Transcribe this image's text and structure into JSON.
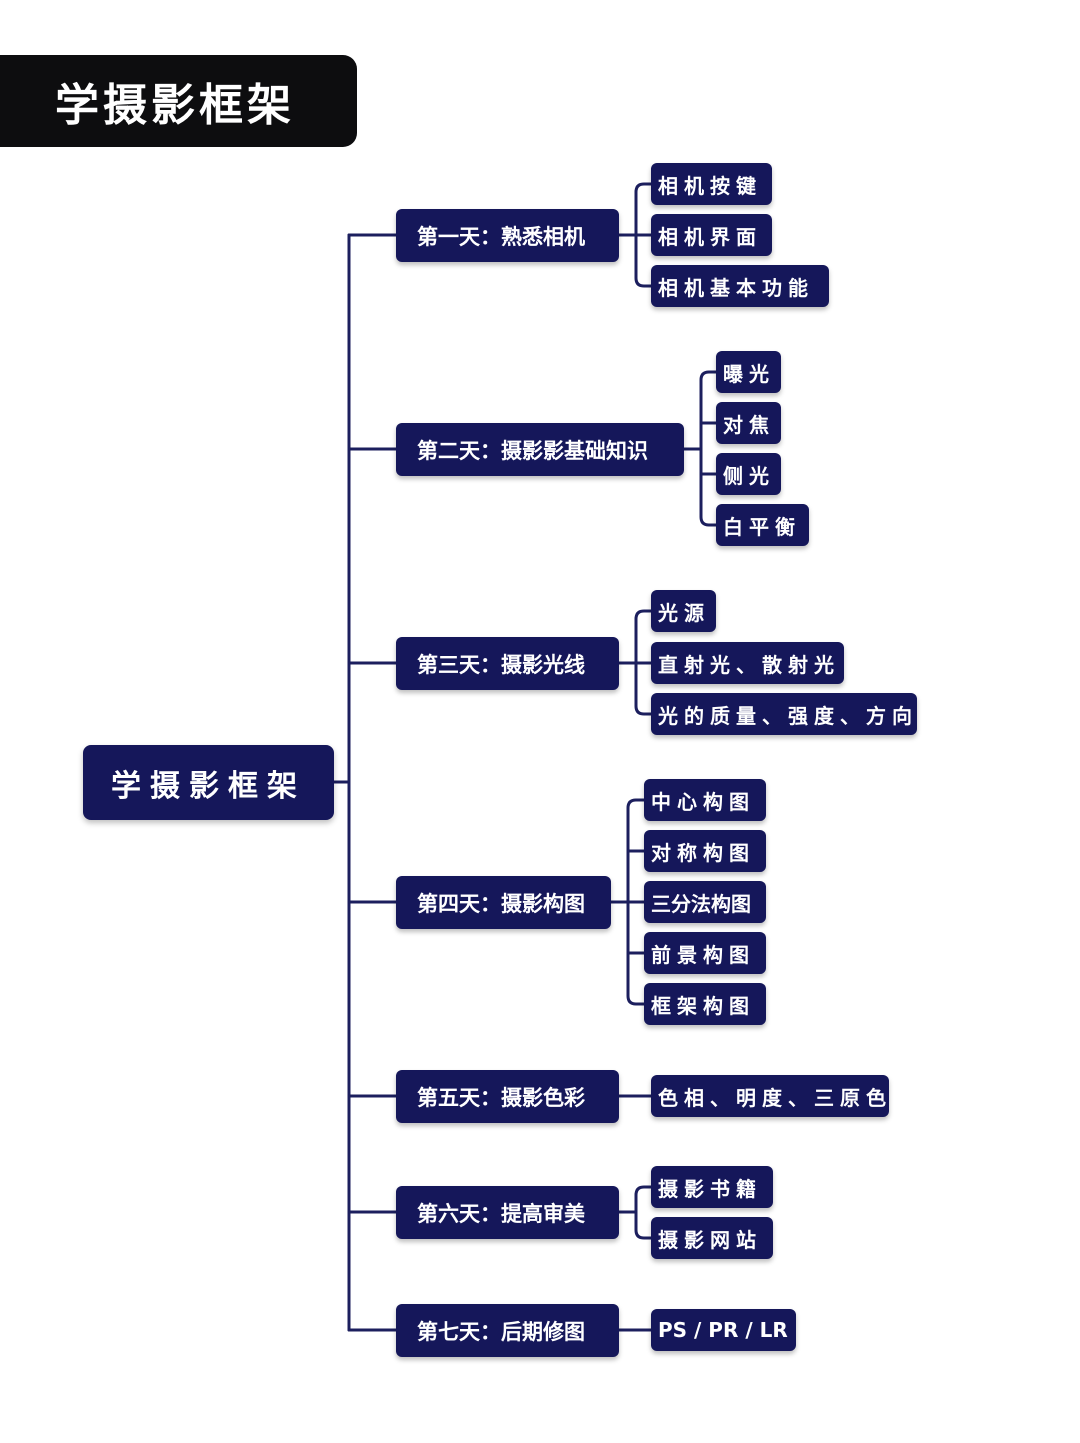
{
  "title": "学摄影框架",
  "root": "学摄影框架",
  "days": [
    {
      "label": "第一天：熟悉相机",
      "items": [
        "相机按键",
        "相机界面",
        "相机基本功能"
      ]
    },
    {
      "label": "第二天：摄影影基础知识",
      "items": [
        "曝光",
        "对焦",
        "侧光",
        "白平衡"
      ]
    },
    {
      "label": "第三天：摄影光线",
      "items": [
        "光源",
        "直射光、散射光",
        "光的质量、强度、方向"
      ]
    },
    {
      "label": "第四天：摄影构图",
      "items": [
        "中心构图",
        "对称构图",
        "三分法构图",
        "前景构图",
        "框架构图"
      ]
    },
    {
      "label": "第五天：摄影色彩",
      "items": [
        "色相、明度、三原色"
      ]
    },
    {
      "label": "第六天：提高审美",
      "items": [
        "摄影书籍",
        "摄影网站"
      ]
    },
    {
      "label": "第七天：后期修图",
      "items": [
        "PS / PR / LR"
      ]
    }
  ],
  "colors": {
    "node": "#15175a",
    "line": "#1c1f5e",
    "title_bg": "#0d0d0f"
  }
}
